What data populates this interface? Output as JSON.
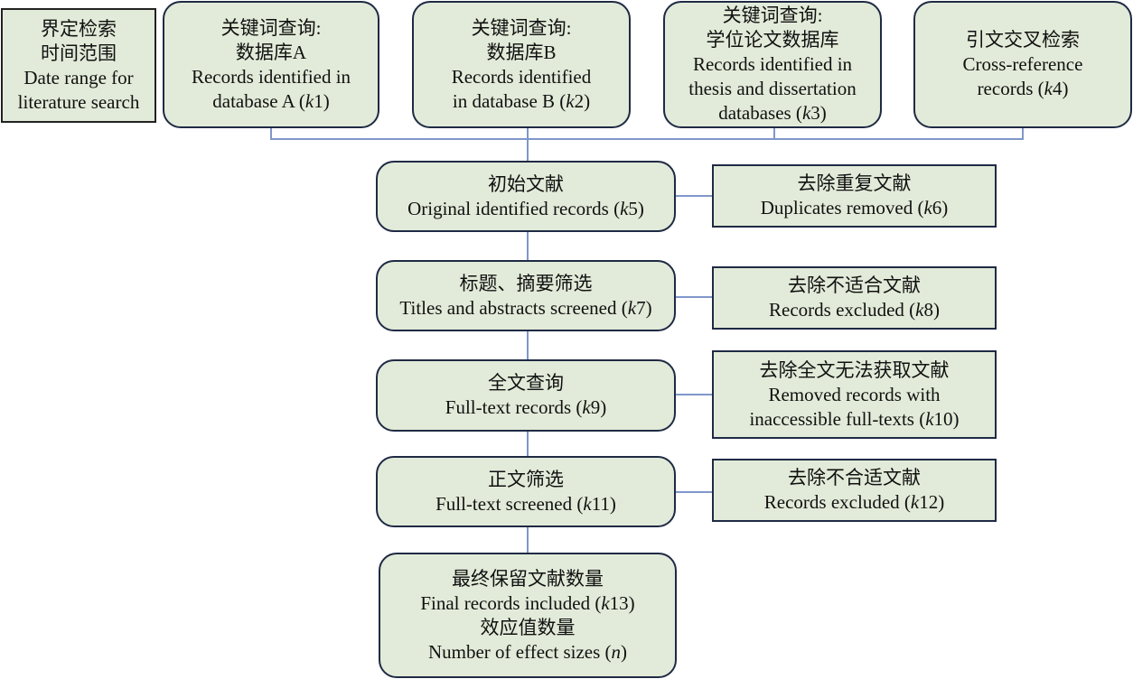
{
  "diagram": {
    "type": "flowchart",
    "title": "Literature search and screening flow",
    "date_range": {
      "lines": [
        "界定检索",
        "时间范围",
        "Date range for",
        "literature search"
      ]
    },
    "sources": [
      {
        "lines": [
          "关键词查询:",
          "数据库A",
          "Records identified in"
        ],
        "last": "database A (",
        "k": "k",
        "num": "1",
        "close": ")"
      },
      {
        "lines": [
          "关键词查询:",
          "数据库B",
          "Records identified"
        ],
        "last": "in database B (",
        "k": "k",
        "num": "2",
        "close": ")"
      },
      {
        "lines": [
          "关键词查询:",
          "学位论文数据库",
          "Records identified in",
          "thesis and dissertation"
        ],
        "last": "databases (",
        "k": "k",
        "num": "3",
        "close": ")"
      },
      {
        "lines": [
          "引文交叉检索",
          "Cross-reference"
        ],
        "last": "records (",
        "k": "k",
        "num": "4",
        "close": ")"
      }
    ],
    "steps": [
      {
        "cn": "初始文献",
        "en": "Original identified records (",
        "k": "k",
        "num": "5",
        "close": ")"
      },
      {
        "cn": "标题、摘要筛选",
        "en": "Titles and abstracts screened (",
        "k": "k",
        "num": "7",
        "close": ")"
      },
      {
        "cn": "全文查询",
        "en": "Full-text records (",
        "k": "k",
        "num": "9",
        "close": ")"
      },
      {
        "cn": "正文筛选",
        "en": "Full-text screened (",
        "k": "k",
        "num": "11",
        "close": ")"
      }
    ],
    "exclusions": [
      {
        "lines": [
          "去除重复文献"
        ],
        "en": "Duplicates removed (",
        "k": "k",
        "num": "6",
        "close": ")"
      },
      {
        "lines": [
          "去除不适合文献"
        ],
        "en": "Records excluded (",
        "k": "k",
        "num": "8",
        "close": ")"
      },
      {
        "lines": [
          "去除全文无法获取文献",
          "Removed records with"
        ],
        "en": "inaccessible full-texts (",
        "k": "k",
        "num": "10",
        "close": ")"
      },
      {
        "lines": [
          "去除不合适文献"
        ],
        "en": "Records excluded (",
        "k": "k",
        "num": "12",
        "close": ")"
      }
    ],
    "final": {
      "cn1": "最终保留文献数量",
      "en1": "Final records included (",
      "k": "k",
      "num": "13",
      "close": ")",
      "cn2": "效应值数量",
      "en2": "Number of effect sizes (",
      "n": "n",
      "close2": ")"
    }
  }
}
